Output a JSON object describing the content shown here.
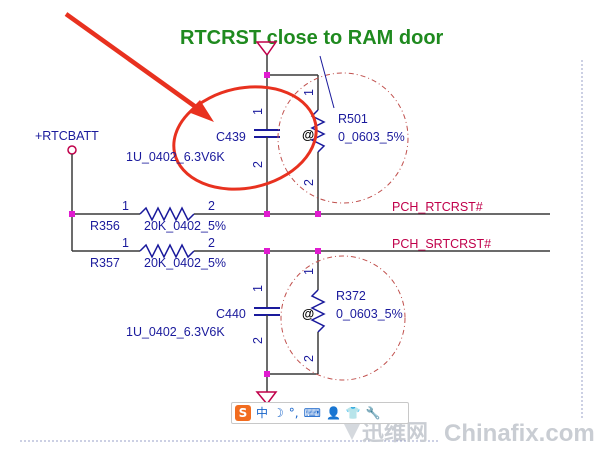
{
  "title": "RTCRST close to RAM door",
  "nets": {
    "rtcbatt": "+RTCBATT",
    "rtcrst": "PCH_RTCRST#",
    "srtcrst": "PCH_SRTCRST#"
  },
  "components": {
    "c439": {
      "ref": "C439",
      "value": "1U_0402_6.3V6K",
      "pin1": "1",
      "pin2": "2"
    },
    "r501": {
      "ref": "R501",
      "value": "0_0603_5%",
      "pin1": "1",
      "pin2": "2",
      "marker": "@"
    },
    "r356": {
      "ref": "R356",
      "value": "20K_0402_5%",
      "pin1": "1",
      "pin2": "2"
    },
    "r357": {
      "ref": "R357",
      "value": "20K_0402_5%",
      "pin1": "1",
      "pin2": "2"
    },
    "c440": {
      "ref": "C440",
      "value": "1U_0402_6.3V6K",
      "pin1": "1",
      "pin2": "2"
    },
    "r372": {
      "ref": "R372",
      "value": "0_0603_5%",
      "pin1": "1",
      "pin2": "2",
      "marker": "@"
    }
  },
  "ime_toolbar": {
    "logo": "S",
    "items": [
      "中",
      "☽",
      "°,",
      "⌨",
      "👤",
      "👕",
      "🔧"
    ]
  },
  "watermark": {
    "cn": "迅维网",
    "en": "Chinafix.com"
  },
  "colors": {
    "wire": "#3a3a3a",
    "label": "#1a1a9c",
    "net": "#c0004a",
    "junction": "#e01bd0",
    "title": "#1f8a1f",
    "annotation": "#e8311f",
    "dashed_circle": "#c0504d"
  }
}
